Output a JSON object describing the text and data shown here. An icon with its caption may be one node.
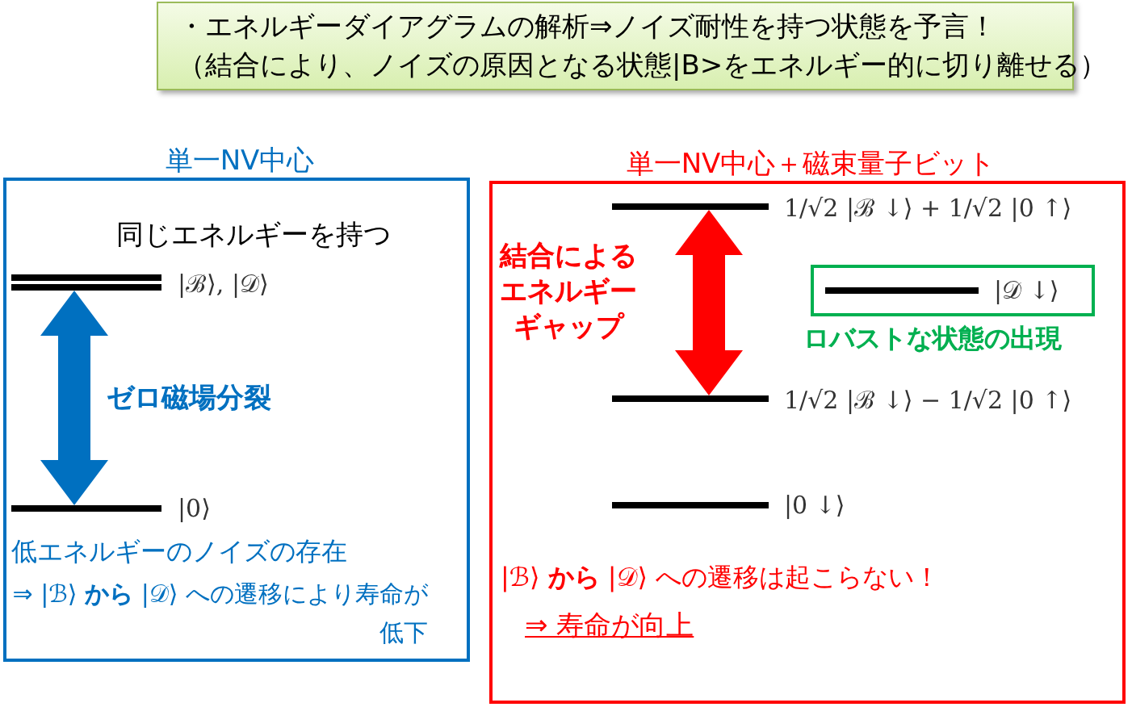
{
  "diagram": {
    "nodes": [
      {
        "text": [
          "・エネルギーダイアグラムの解析⇒ノイズ耐性を持つ状態を予言！",
          "（結合により、ノイズの原因となる状態|B>をエネルギー的に切り離せる）"
        ]
      },
      {
        "text": [
          "単一NV中心",
          "低エネルギーのノイズの存在",
          "⇒ |ℬ⟩ **から** |𝒟⟩ への遷移により寿命が低下"
        ]
      },
      {
        "text": [
          "|ℬ⟩, |𝒟⟩"
        ],
        "in": 1,
        "beside": [
          "同じエネルギーを持つ"
        ]
      },
      {
        "text": [
          "|0⟩"
        ],
        "in": 1
      },
      {
        "text": [
          "単一NV中心＋磁束量子ビット",
          "|ℬ⟩ **から** |𝒟⟩ への遷移は起こらない！",
          "⇒ 寿命が向上"
        ]
      },
      {
        "text": [
          "1/√2 |ℬ ↓⟩ + 1/√2 |0 ↑⟩"
        ],
        "in": 4
      },
      {
        "text": [
          "ロバストな状態の出現"
        ],
        "in": 4
      },
      {
        "text": [
          "|𝒟 ↓⟩"
        ],
        "in": 6
      },
      {
        "text": [
          "1/√2 |ℬ ↓⟩ − 1/√2 |0 ↑⟩"
        ],
        "in": 4
      },
      {
        "text": [
          "|0 ↓⟩"
        ],
        "in": 4
      }
    ],
    "edges": [
      {
        "from": 2,
        "to": 3,
        "arrow": "both",
        "label": "ゼロ磁場分裂",
        "color": "#0070c0"
      },
      {
        "from": 5,
        "to": 8,
        "arrow": "both",
        "label": "結合によるエネルギーギャップ",
        "color": "#ff0000"
      }
    ]
  }
}
